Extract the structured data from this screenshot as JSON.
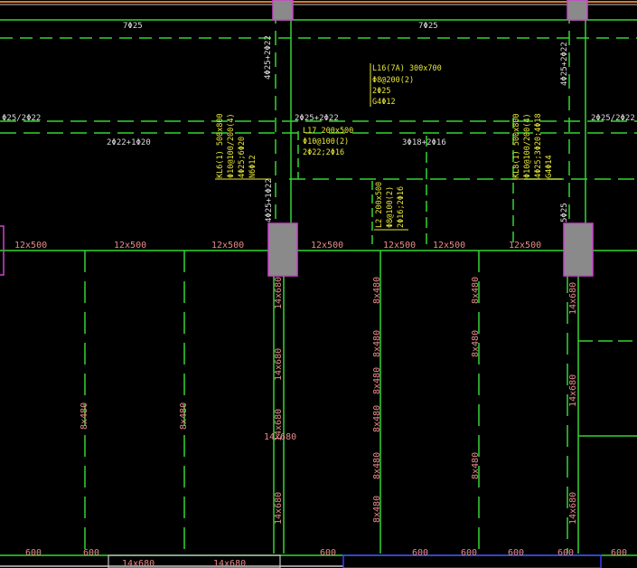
{
  "colors": {
    "background": "#000000",
    "beam_line": "#33d633",
    "dim_text": "#e88a8a",
    "rebar_text": "#e8e83a",
    "white_text": "#dddddd",
    "column_fill": "#8a8a8a",
    "column_edge": "#cc44cc",
    "frame_orange": "#d97a2a",
    "frame_blue": "#3a3aff"
  },
  "top_labels": [
    {
      "id": "top-rebar-1",
      "text": "7Φ25"
    },
    {
      "id": "top-rebar-2",
      "text": "7Φ25"
    }
  ],
  "annotations_white": [
    {
      "id": "rebar-2phi25-2phi22-left",
      "text": "Φ25/2Φ22"
    },
    {
      "id": "rebar-2phi25-2phi22-mid",
      "text": "2Φ25+2Φ22"
    },
    {
      "id": "rebar-2phi25-2phi22-right",
      "text": "2Φ25/2Φ22"
    },
    {
      "id": "rebar-2phi22-1phi20",
      "text": "2Φ22+1Φ20"
    },
    {
      "id": "rebar-3phi18-2phi16",
      "text": "3Φ18+2Φ16"
    },
    {
      "id": "vert-4phi25-2phi22-a",
      "text": "4Φ25+2Φ22"
    },
    {
      "id": "vert-4phi25-2phi22-b",
      "text": "4Φ25+2Φ22"
    },
    {
      "id": "vert-4phi25-1phi22",
      "text": "4Φ25+1Φ22"
    },
    {
      "id": "vert-5phi25",
      "text": "5Φ25"
    }
  ],
  "beam_notes": [
    {
      "id": "beam-L16",
      "lines": [
        "L16(7A) 300x700",
        "Φ8@200(2)",
        "2Φ25",
        "G4Φ12"
      ]
    },
    {
      "id": "beam-L17",
      "lines": [
        "L17 200x500",
        "Φ10@100(2)",
        "2Φ22;2Φ16"
      ]
    },
    {
      "id": "beam-KL6",
      "lines": [
        "KL6(1) 500x800",
        "Φ10@100/200(4)",
        "4Φ25;6Φ20",
        "N6Φ12"
      ]
    },
    {
      "id": "beam-L2",
      "lines": [
        "L2 200x500",
        "Φ8@100(2)",
        "2Φ16;2Φ16"
      ]
    },
    {
      "id": "beam-KL8",
      "lines": [
        "KL8(1) 500x800",
        "Φ10@100/200(4)",
        "4Φ25;3Φ20;4Φ18",
        "G4Φ14"
      ]
    }
  ],
  "horizontal_dims": [
    "12x500",
    "12x500",
    "12x500",
    "12x500",
    "12x500",
    "12x500",
    "12x500"
  ],
  "vertical_dims": [
    "14x680",
    "8x480",
    "8x480",
    "14x680",
    "14x680",
    "8x480",
    "8x480",
    "8x480",
    "8x480",
    "14x680",
    "14x680",
    "8x480",
    "14x680",
    "8x480",
    "8x480",
    "14x680",
    "8x480",
    "8x480",
    "14x680"
  ],
  "bottom_labels": [
    "600",
    "600",
    "14x680",
    "14x680",
    "600",
    "600",
    "600",
    "600",
    "600",
    "600"
  ]
}
